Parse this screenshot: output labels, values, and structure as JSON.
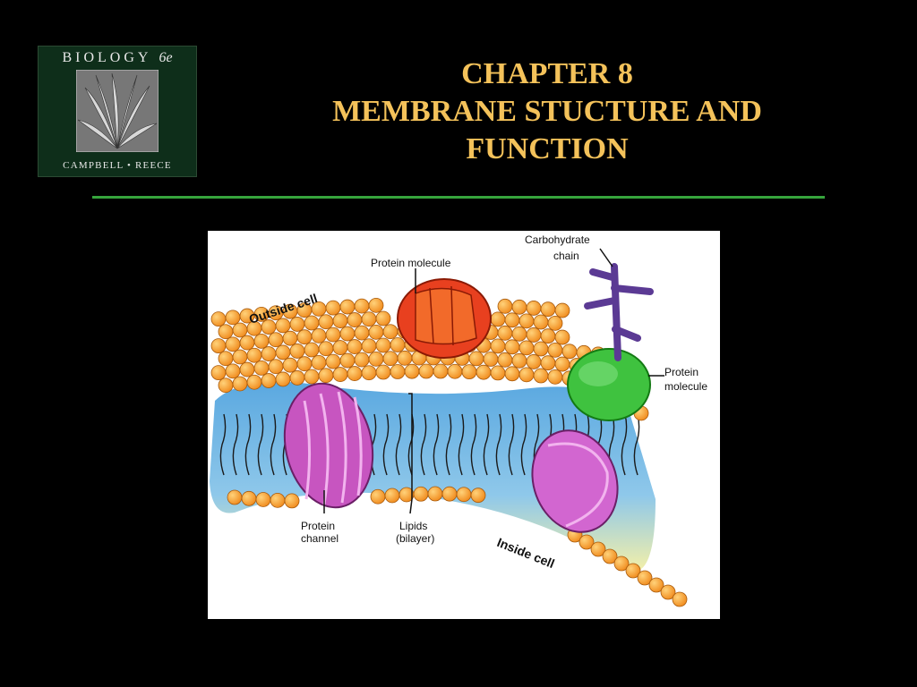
{
  "book_cover": {
    "title": "BIOLOGY",
    "edition": "6e",
    "authors": "CAMPBELL • REECE"
  },
  "slide": {
    "title_lines": [
      "CHAPTER 8",
      "MEMBRANE STUCTURE AND",
      "FUNCTION"
    ]
  },
  "diagram": {
    "labels": {
      "carbohydrate_chain_line1": "Carbohydrate",
      "carbohydrate_chain_line2": "chain",
      "protein_molecule_top": "Protein molecule",
      "protein_molecule_right_line1": "Protein",
      "protein_molecule_right_line2": "molecule",
      "outside_cell": "Outside cell",
      "inside_cell": "Inside cell",
      "protein_channel_line1": "Protein",
      "protein_channel_line2": "channel",
      "lipids_line1": "Lipids",
      "lipids_line2": "(bilayer)"
    }
  },
  "colors": {
    "background": "#000000",
    "title": "#f4c25a",
    "rule": "#36a43c",
    "lipid_head": "#f7a53a",
    "channel_protein": "#c755c0",
    "globular_protein_red": "#e8401f",
    "globular_protein_green": "#3fc23f",
    "carbohydrate": "#5b3a94"
  }
}
